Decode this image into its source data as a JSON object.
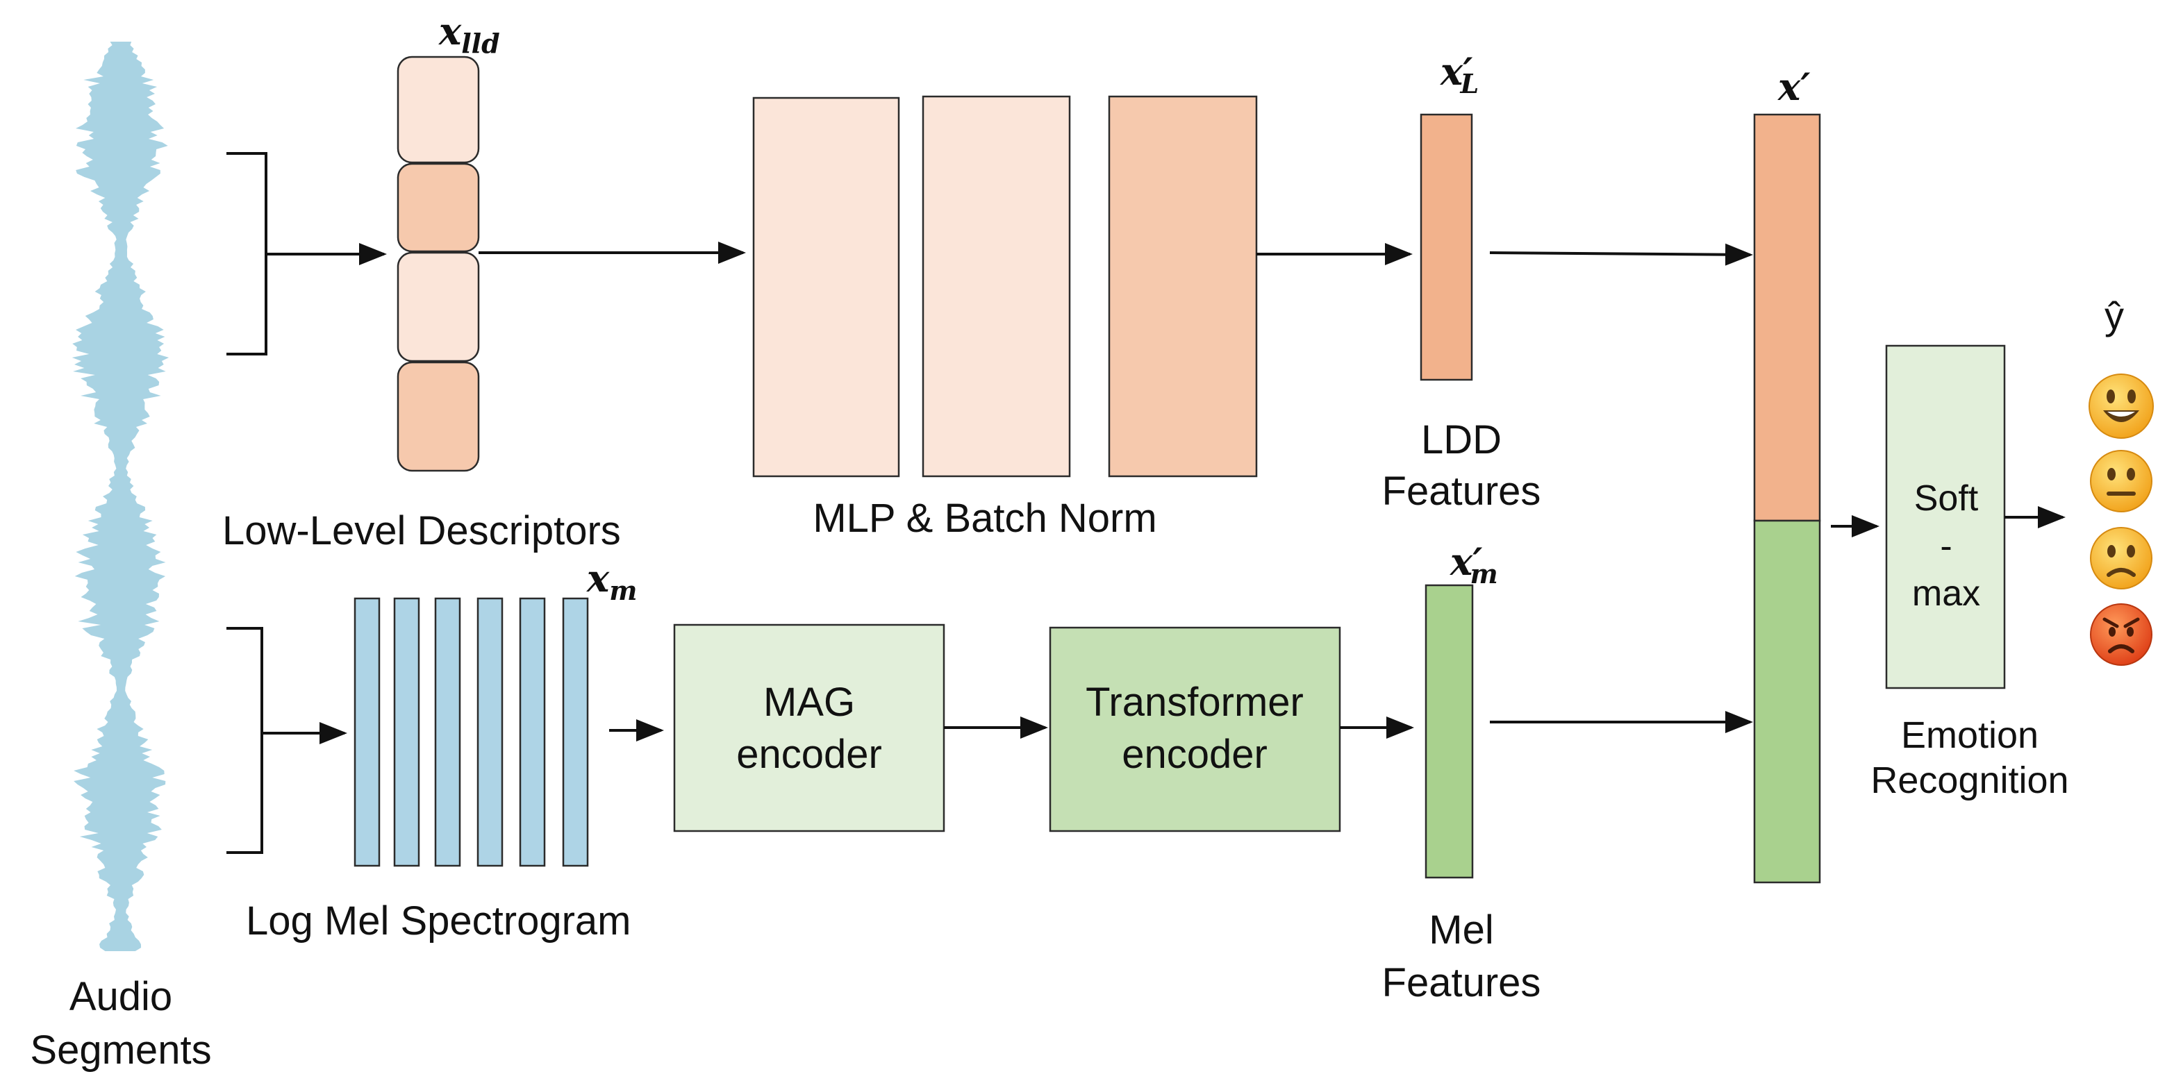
{
  "labels": {
    "audio_segments_line1": "Audio",
    "audio_segments_line2": "Segments",
    "low_level_descriptors": "Low-Level Descriptors",
    "log_mel_spectrogram": "Log Mel Spectrogram",
    "mlp_batch_norm": "MLP & Batch Norm",
    "mag_encoder_line1": "MAG",
    "mag_encoder_line2": "encoder",
    "transformer_encoder_line1": "Transformer",
    "transformer_encoder_line2": "encoder",
    "ldd_features_line1": "LDD",
    "ldd_features_line2": "Features",
    "mel_features_line1": "Mel",
    "mel_features_line2": "Features",
    "softmax_line1": "Soft",
    "softmax_line2": "-",
    "softmax_line3": "max",
    "emotion_recognition_line1": "Emotion",
    "emotion_recognition_line2": "Recognition"
  },
  "math": {
    "x_lld_base": "x",
    "x_lld_sub": "lld",
    "x_m_base": "x",
    "x_m_sub": "m",
    "x_L_prime_base": "x′",
    "x_L_prime_sub": "L",
    "x_m_prime_base": "x′",
    "x_m_prime_sub": "m",
    "x_prime": "x′",
    "y_hat": "ŷ"
  },
  "emotions": [
    "happy",
    "neutral",
    "sad",
    "angry"
  ],
  "colors": {
    "waveform": "#a9d3e3",
    "spectrogram_bar": "#aed4e6",
    "lld_light": "#fbe5d9",
    "lld_mid": "#f6c9ad",
    "mlp_light": "#fbe5d9",
    "mlp_dark": "#f6c9ad",
    "ldd_feature": "#f2b28c",
    "mel_feature": "#a9d18e",
    "mag_encoder": "#e2efda",
    "transformer_encoder": "#c5e0b4",
    "softmax": "#e2efda",
    "emoji_yellow": "#f7b52c",
    "emoji_red": "#e8541c"
  }
}
